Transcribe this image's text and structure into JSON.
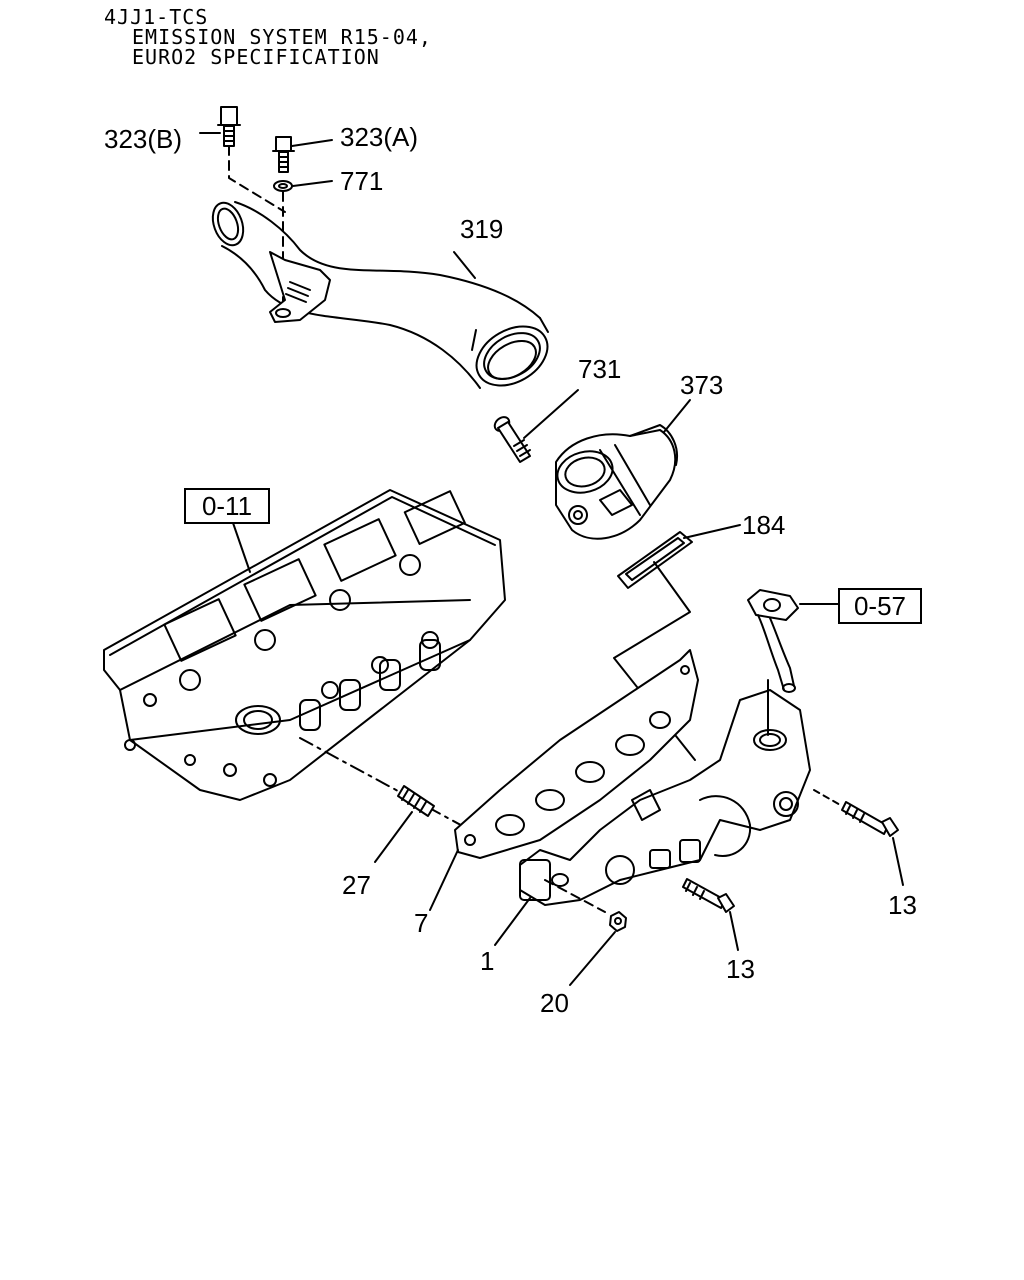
{
  "header": {
    "line1": "4JJ1-TCS",
    "line2": "EMISSION SYSTEM R15-04,",
    "line3": "EURO2 SPECIFICATION"
  },
  "callouts": {
    "c323b": "323(B)",
    "c323a": "323(A)",
    "c771": "771",
    "c319": "319",
    "c731": "731",
    "c373": "373",
    "c184": "184",
    "c27": "27",
    "c7": "7",
    "c1": "1",
    "c20": "20",
    "c13a": "13",
    "c13b": "13"
  },
  "refs": {
    "r011": "0-11",
    "r057": "0-57"
  },
  "colors": {
    "line": "#000000",
    "background": "#ffffff"
  }
}
